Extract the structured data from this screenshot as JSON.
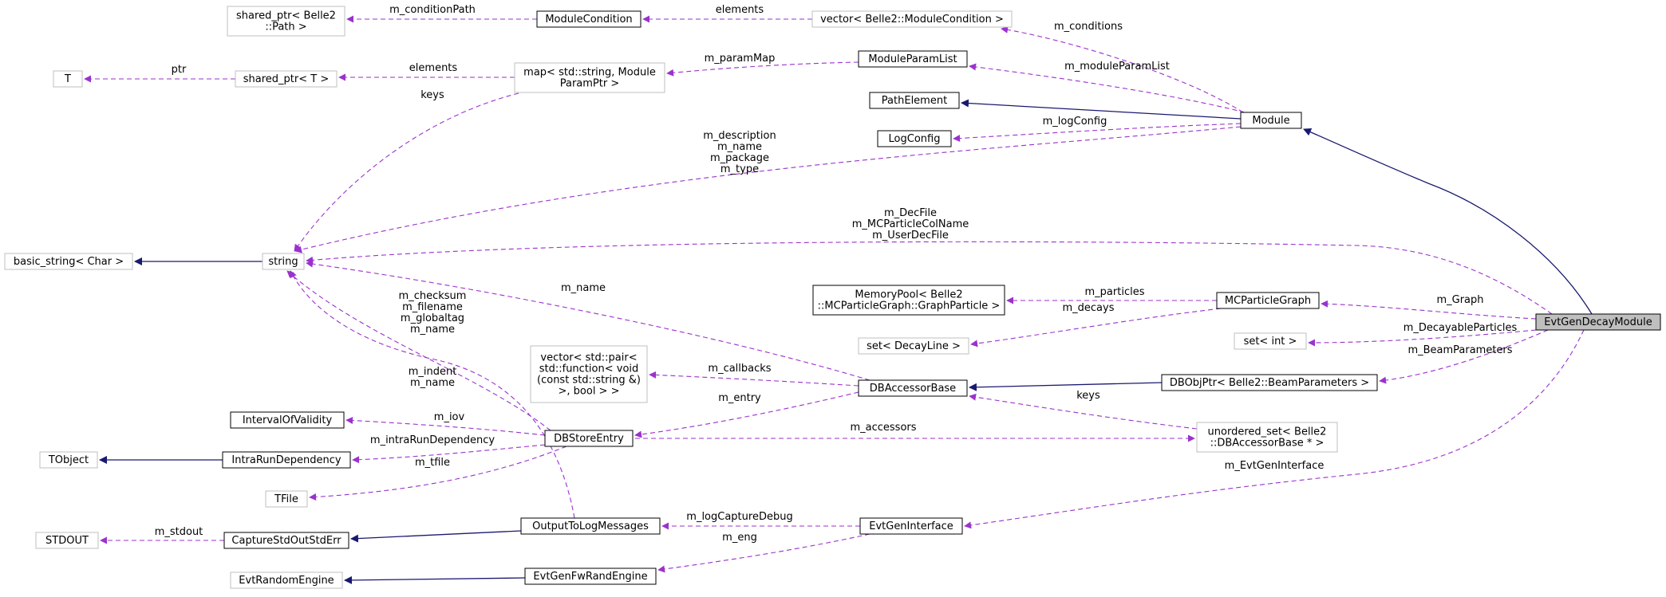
{
  "nodes": [
    {
      "id": "shared_ptr_path",
      "lines": [
        "shared_ptr< Belle2",
        "::Path >"
      ],
      "style": "grey"
    },
    {
      "id": "modulecondition",
      "lines": [
        "ModuleCondition"
      ],
      "style": "black"
    },
    {
      "id": "vector_modulecondition",
      "lines": [
        "vector< Belle2::ModuleCondition >"
      ],
      "style": "grey"
    },
    {
      "id": "T",
      "lines": [
        "T"
      ],
      "style": "grey"
    },
    {
      "id": "shared_ptr_T",
      "lines": [
        "shared_ptr< T >"
      ],
      "style": "grey"
    },
    {
      "id": "map_param",
      "lines": [
        "map< std::string, Module",
        "ParamPtr >"
      ],
      "style": "grey"
    },
    {
      "id": "moduleparamlist",
      "lines": [
        "ModuleParamList"
      ],
      "style": "black"
    },
    {
      "id": "pathelement",
      "lines": [
        "PathElement"
      ],
      "style": "black"
    },
    {
      "id": "logconfig",
      "lines": [
        "LogConfig"
      ],
      "style": "black"
    },
    {
      "id": "module",
      "lines": [
        "Module"
      ],
      "style": "black"
    },
    {
      "id": "basic_string",
      "lines": [
        "basic_string< Char >"
      ],
      "style": "grey"
    },
    {
      "id": "string",
      "lines": [
        "string"
      ],
      "style": "grey"
    },
    {
      "id": "memorypool",
      "lines": [
        "MemoryPool< Belle2",
        "::MCParticleGraph::GraphParticle >"
      ],
      "style": "black"
    },
    {
      "id": "mcparticlegraph",
      "lines": [
        "MCParticleGraph"
      ],
      "style": "black"
    },
    {
      "id": "evtgendecaymodule",
      "lines": [
        "EvtGenDecayModule"
      ],
      "style": "focus"
    },
    {
      "id": "set_decayline",
      "lines": [
        "set< DecayLine >"
      ],
      "style": "grey"
    },
    {
      "id": "set_int",
      "lines": [
        "set< int >"
      ],
      "style": "grey"
    },
    {
      "id": "vector_pair",
      "lines": [
        "vector< std::pair<",
        "std::function< void",
        "(const std::string &)",
        ">, bool > >"
      ],
      "style": "grey"
    },
    {
      "id": "dbaccessorbase",
      "lines": [
        "DBAccessorBase"
      ],
      "style": "black"
    },
    {
      "id": "dbobjptr",
      "lines": [
        "DBObjPtr< Belle2::BeamParameters >"
      ],
      "style": "black"
    },
    {
      "id": "intervalofvalidity",
      "lines": [
        "IntervalOfValidity"
      ],
      "style": "black"
    },
    {
      "id": "dbstoreentry",
      "lines": [
        "DBStoreEntry"
      ],
      "style": "black"
    },
    {
      "id": "tobject",
      "lines": [
        "TObject"
      ],
      "style": "grey"
    },
    {
      "id": "intrarundependency",
      "lines": [
        "IntraRunDependency"
      ],
      "style": "black"
    },
    {
      "id": "unordered_set",
      "lines": [
        "unordered_set< Belle2",
        "::DBAccessorBase * >"
      ],
      "style": "grey"
    },
    {
      "id": "tfile",
      "lines": [
        "TFile"
      ],
      "style": "grey"
    },
    {
      "id": "stdout",
      "lines": [
        "STDOUT"
      ],
      "style": "grey"
    },
    {
      "id": "capturestdout",
      "lines": [
        "CaptureStdOutStdErr"
      ],
      "style": "black"
    },
    {
      "id": "outputtolog",
      "lines": [
        "OutputToLogMessages"
      ],
      "style": "black"
    },
    {
      "id": "evtgeninterface",
      "lines": [
        "EvtGenInterface"
      ],
      "style": "black"
    },
    {
      "id": "evtrandomengine",
      "lines": [
        "EvtRandomEngine"
      ],
      "style": "grey"
    },
    {
      "id": "evtgenfwrandengine",
      "lines": [
        "EvtGenFwRandEngine"
      ],
      "style": "black"
    }
  ],
  "edges": [
    {
      "id": "e_condpath",
      "from": "modulecondition",
      "to": "shared_ptr_path",
      "kind": "usage",
      "labels": [
        "m_conditionPath"
      ]
    },
    {
      "id": "e_cond_elements",
      "from": "vector_modulecondition",
      "to": "modulecondition",
      "kind": "usage",
      "labels": [
        "elements"
      ]
    },
    {
      "id": "e_conditions",
      "from": "module",
      "to": "vector_modulecondition",
      "kind": "usage",
      "labels": [
        "m_conditions"
      ]
    },
    {
      "id": "e_ptr",
      "from": "shared_ptr_T",
      "to": "T",
      "kind": "usage",
      "labels": [
        "ptr"
      ]
    },
    {
      "id": "e_map_elements",
      "from": "map_param",
      "to": "shared_ptr_T",
      "kind": "usage",
      "labels": [
        "elements"
      ]
    },
    {
      "id": "e_parammap",
      "from": "moduleparamlist",
      "to": "map_param",
      "kind": "usage",
      "labels": [
        "m_paramMap"
      ]
    },
    {
      "id": "e_moduleparamlist",
      "from": "module",
      "to": "moduleparamlist",
      "kind": "usage",
      "labels": [
        "m_moduleParamList"
      ]
    },
    {
      "id": "e_keys_map",
      "from": "map_param",
      "to": "string",
      "kind": "usage",
      "labels": [
        "keys"
      ]
    },
    {
      "id": "e_pathelement",
      "from": "module",
      "to": "pathelement",
      "kind": "inherit",
      "labels": []
    },
    {
      "id": "e_logconfig",
      "from": "module",
      "to": "logconfig",
      "kind": "usage",
      "labels": [
        "m_logConfig"
      ]
    },
    {
      "id": "e_module_string",
      "from": "module",
      "to": "string",
      "kind": "usage",
      "labels": [
        "m_description",
        "m_name",
        "m_package",
        "m_type"
      ]
    },
    {
      "id": "e_module_inherit",
      "from": "evtgendecaymodule",
      "to": "module",
      "kind": "inherit",
      "labels": []
    },
    {
      "id": "e_string_basic",
      "from": "string",
      "to": "basic_string",
      "kind": "inherit",
      "labels": []
    },
    {
      "id": "e_decfile",
      "from": "evtgendecaymodule",
      "to": "string",
      "kind": "usage",
      "labels": [
        "m_DecFile",
        "m_MCParticleColName",
        "m_UserDecFile"
      ]
    },
    {
      "id": "e_particles",
      "from": "mcparticlegraph",
      "to": "memorypool",
      "kind": "usage",
      "labels": [
        "m_particles"
      ]
    },
    {
      "id": "e_decays",
      "from": "mcparticlegraph",
      "to": "set_decayline",
      "kind": "usage",
      "labels": [
        "m_decays"
      ]
    },
    {
      "id": "e_graph",
      "from": "evtgendecaymodule",
      "to": "mcparticlegraph",
      "kind": "usage",
      "labels": [
        "m_Graph"
      ]
    },
    {
      "id": "e_decayable",
      "from": "evtgendecaymodule",
      "to": "set_int",
      "kind": "usage",
      "labels": [
        "m_DecayableParticles"
      ]
    },
    {
      "id": "e_beamparams",
      "from": "evtgendecaymodule",
      "to": "dbobjptr",
      "kind": "usage",
      "labels": [
        "m_BeamParameters"
      ]
    },
    {
      "id": "e_dbobj_inherit",
      "from": "dbobjptr",
      "to": "dbaccessorbase",
      "kind": "inherit",
      "labels": []
    },
    {
      "id": "e_dbacc_name",
      "from": "dbaccessorbase",
      "to": "string",
      "kind": "usage",
      "labels": [
        "m_name"
      ]
    },
    {
      "id": "e_callbacks",
      "from": "dbaccessorbase",
      "to": "vector_pair",
      "kind": "usage",
      "labels": [
        "m_callbacks"
      ]
    },
    {
      "id": "e_entry",
      "from": "dbaccessorbase",
      "to": "dbstoreentry",
      "kind": "usage",
      "labels": [
        "m_entry"
      ]
    },
    {
      "id": "e_keys_uset",
      "from": "unordered_set",
      "to": "dbaccessorbase",
      "kind": "usage",
      "labels": [
        "keys"
      ]
    },
    {
      "id": "e_accessors",
      "from": "dbstoreentry",
      "to": "unordered_set",
      "kind": "usage",
      "labels": [
        "m_accessors"
      ]
    },
    {
      "id": "e_dbstore_string",
      "from": "dbstoreentry",
      "to": "string",
      "kind": "usage",
      "labels": [
        "m_checksum",
        "m_filename",
        "m_globaltag",
        "m_name"
      ]
    },
    {
      "id": "e_iov",
      "from": "dbstoreentry",
      "to": "intervalofvalidity",
      "kind": "usage",
      "labels": [
        "m_iov"
      ]
    },
    {
      "id": "e_intrarun",
      "from": "dbstoreentry",
      "to": "intrarundependency",
      "kind": "usage",
      "labels": [
        "m_intraRunDependency"
      ]
    },
    {
      "id": "e_tobject",
      "from": "intrarundependency",
      "to": "tobject",
      "kind": "inherit",
      "labels": []
    },
    {
      "id": "e_tfile",
      "from": "dbstoreentry",
      "to": "tfile",
      "kind": "usage",
      "labels": [
        "m_tfile"
      ]
    },
    {
      "id": "e_indent",
      "from": "outputtolog",
      "to": "string",
      "kind": "usage",
      "labels": [
        "m_indent",
        "m_name"
      ]
    },
    {
      "id": "e_capture_inherit",
      "from": "outputtolog",
      "to": "capturestdout",
      "kind": "inherit",
      "labels": []
    },
    {
      "id": "e_stdout",
      "from": "capturestdout",
      "to": "stdout",
      "kind": "usage",
      "labels": [
        "m_stdout"
      ]
    },
    {
      "id": "e_logcapture",
      "from": "evtgeninterface",
      "to": "outputtolog",
      "kind": "usage",
      "labels": [
        "m_logCaptureDebug"
      ]
    },
    {
      "id": "e_eng",
      "from": "evtgeninterface",
      "to": "evtgenfwrandengine",
      "kind": "usage",
      "labels": [
        "m_eng"
      ]
    },
    {
      "id": "e_randengine_inherit",
      "from": "evtgenfwrandengine",
      "to": "evtrandomengine",
      "kind": "inherit",
      "labels": []
    },
    {
      "id": "e_evtgeninterface",
      "from": "evtgendecaymodule",
      "to": "evtgeninterface",
      "kind": "usage",
      "labels": [
        "m_EvtGenInterface"
      ]
    }
  ],
  "colors": {
    "usage_edge": "#9a32cd",
    "inherit_edge": "#191970",
    "grey_border": "#bfbfbf",
    "black_border": "#000000",
    "focus_fill": "#bfbfbf"
  }
}
